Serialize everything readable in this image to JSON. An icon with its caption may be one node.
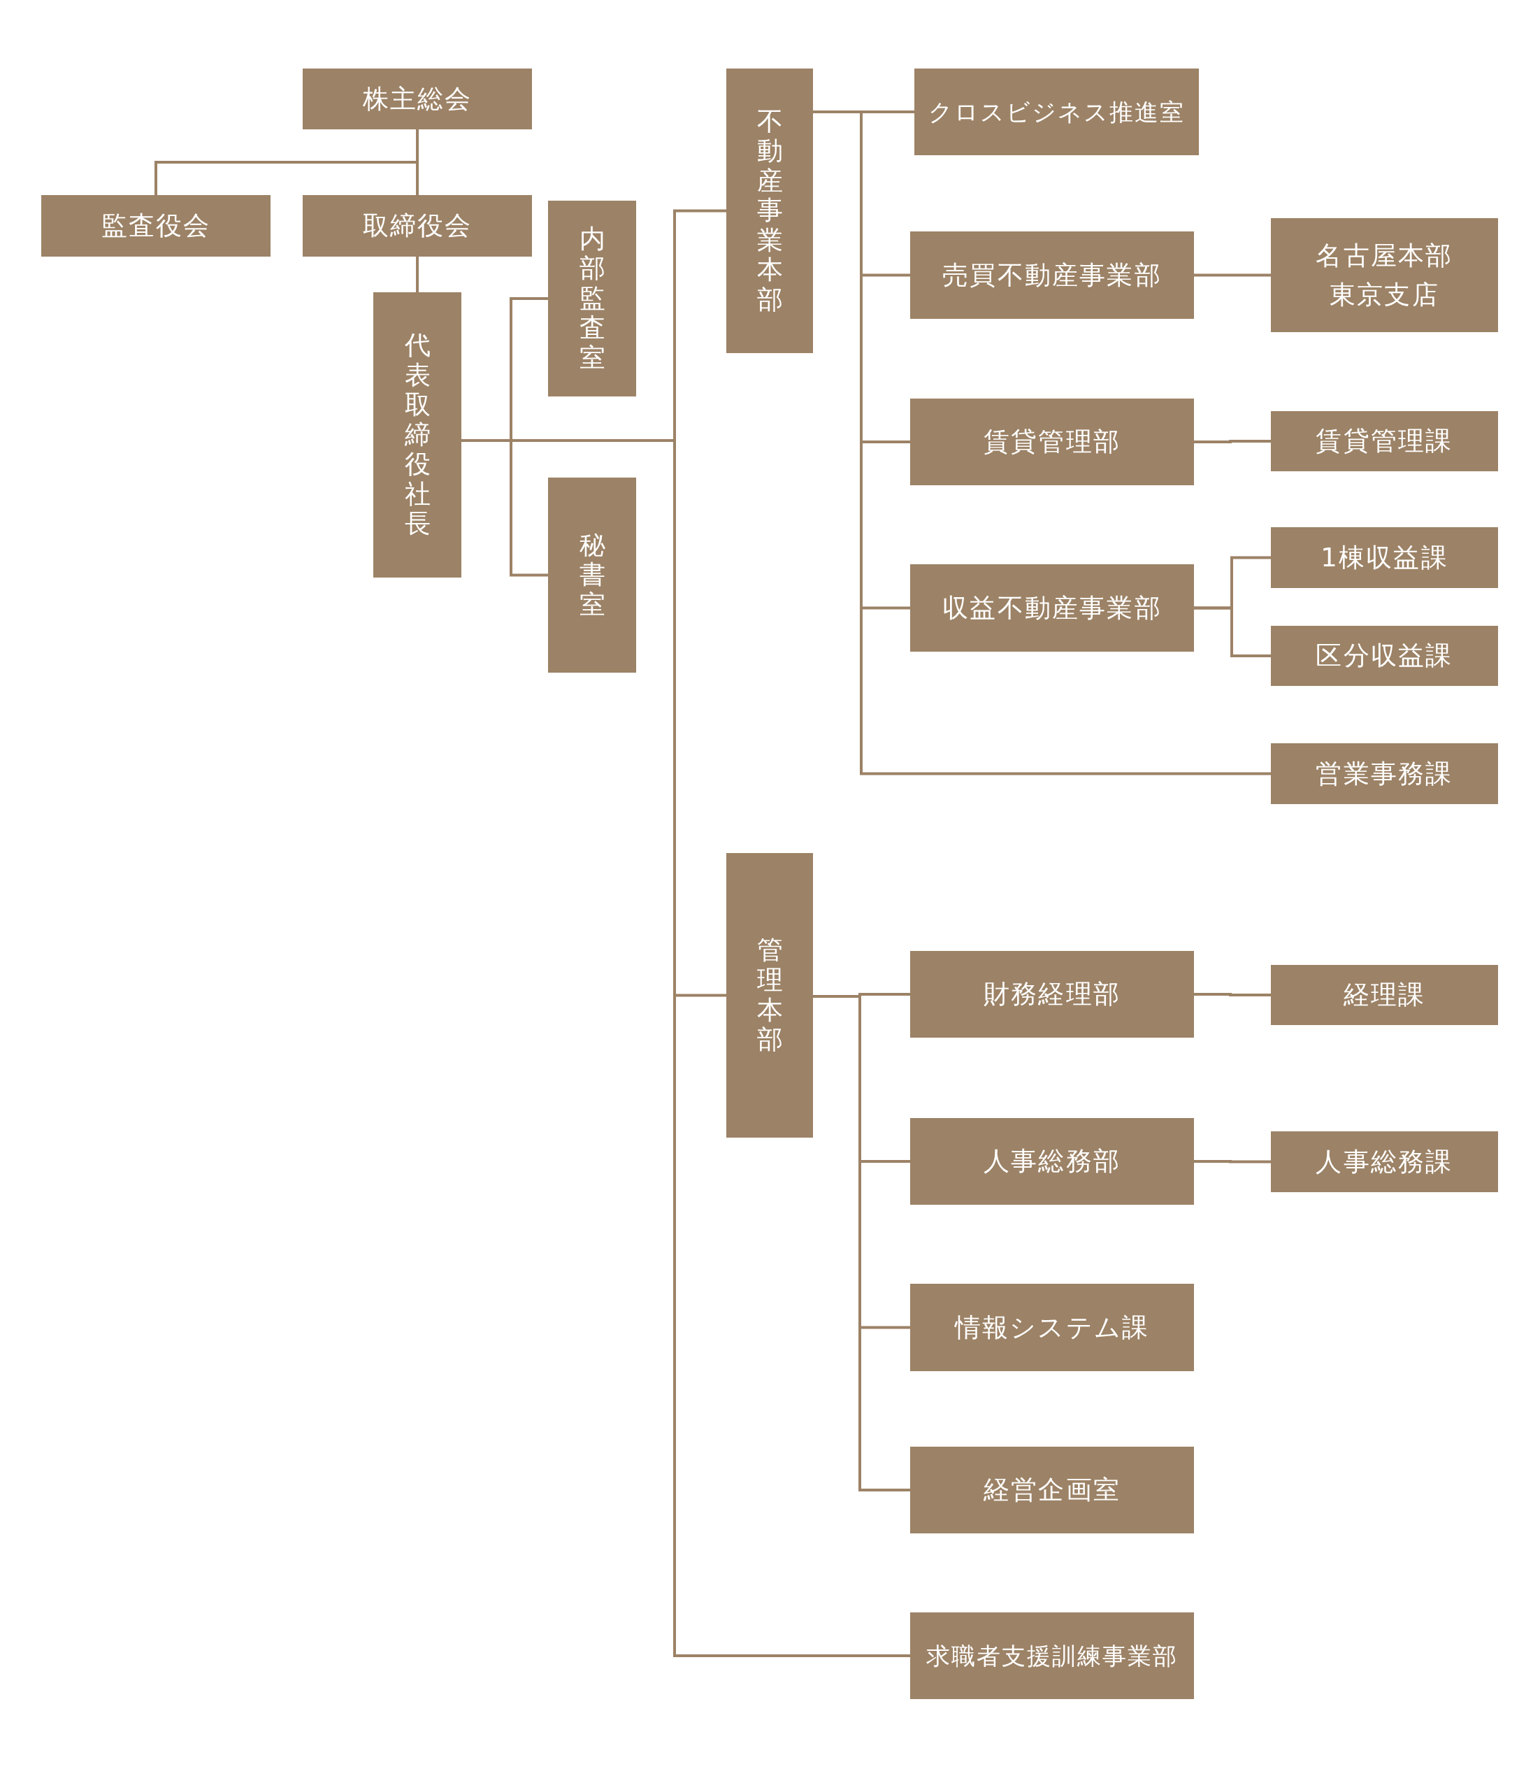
{
  "diagram": {
    "nodes": [
      {
        "text": [
          "株主総会"
        ]
      },
      {
        "text": [
          "監査役会"
        ]
      },
      {
        "text": [
          "取締役会"
        ]
      },
      {
        "text": [
          "代表取締役社長"
        ]
      },
      {
        "text": [
          "内部監査室"
        ]
      },
      {
        "text": [
          "秘書室"
        ]
      },
      {
        "text": [
          "不動産事業本部"
        ]
      },
      {
        "text": [
          "クロスビジネス推進室"
        ]
      },
      {
        "text": [
          "売買不動産事業部"
        ]
      },
      {
        "text": [
          "名古屋本部",
          "東京支店"
        ]
      },
      {
        "text": [
          "賃貸管理部"
        ]
      },
      {
        "text": [
          "賃貸管理課"
        ]
      },
      {
        "text": [
          "収益不動産事業部"
        ]
      },
      {
        "text": [
          "1棟収益課"
        ]
      },
      {
        "text": [
          "区分収益課"
        ]
      },
      {
        "text": [
          "営業事務課"
        ]
      },
      {
        "text": [
          "管理本部"
        ]
      },
      {
        "text": [
          "財務経理部"
        ]
      },
      {
        "text": [
          "経理課"
        ]
      },
      {
        "text": [
          "人事総務部"
        ]
      },
      {
        "text": [
          "人事総務課"
        ]
      },
      {
        "text": [
          "情報システム課"
        ]
      },
      {
        "text": [
          "経営企画室"
        ]
      },
      {
        "text": [
          "求職者支援訓練事業部"
        ]
      }
    ],
    "edges": [
      {
        "from": 0,
        "to": 1,
        "arrow": "none"
      },
      {
        "from": 0,
        "to": 2,
        "arrow": "none"
      },
      {
        "from": 2,
        "to": 3,
        "arrow": "none"
      },
      {
        "from": 3,
        "to": 4,
        "arrow": "none"
      },
      {
        "from": 3,
        "to": 5,
        "arrow": "none"
      },
      {
        "from": 3,
        "to": 6,
        "arrow": "none"
      },
      {
        "from": 3,
        "to": 16,
        "arrow": "none"
      },
      {
        "from": 3,
        "to": 23,
        "arrow": "none"
      },
      {
        "from": 6,
        "to": 7,
        "arrow": "none"
      },
      {
        "from": 6,
        "to": 8,
        "arrow": "none"
      },
      {
        "from": 6,
        "to": 10,
        "arrow": "none"
      },
      {
        "from": 6,
        "to": 12,
        "arrow": "none"
      },
      {
        "from": 6,
        "to": 15,
        "arrow": "none"
      },
      {
        "from": 8,
        "to": 9,
        "arrow": "none"
      },
      {
        "from": 10,
        "to": 11,
        "arrow": "none"
      },
      {
        "from": 12,
        "to": 13,
        "arrow": "none"
      },
      {
        "from": 12,
        "to": 14,
        "arrow": "none"
      },
      {
        "from": 16,
        "to": 17,
        "arrow": "none"
      },
      {
        "from": 16,
        "to": 19,
        "arrow": "none"
      },
      {
        "from": 16,
        "to": 21,
        "arrow": "none"
      },
      {
        "from": 16,
        "to": 22,
        "arrow": "none"
      },
      {
        "from": 17,
        "to": 18,
        "arrow": "none"
      },
      {
        "from": 19,
        "to": 20,
        "arrow": "none"
      }
    ]
  }
}
